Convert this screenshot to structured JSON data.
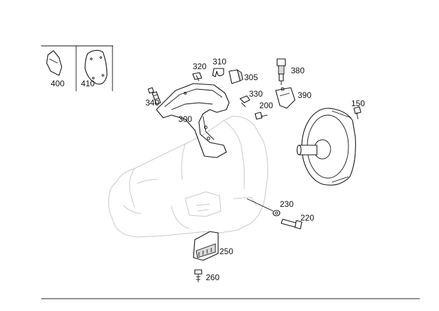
{
  "callouts": {
    "p400": "400",
    "p410": "410",
    "p320": "320",
    "p310": "310",
    "p305": "305",
    "p380": "380",
    "p330": "330",
    "p390": "390",
    "p340": "340",
    "p200": "200",
    "p150": "150",
    "p300": "300",
    "p230": "230",
    "p220": "220",
    "p250": "250",
    "p260": "260"
  },
  "colors": {
    "ink": "#111111",
    "ghost": "#c8c8c8",
    "background": "#ffffff"
  }
}
